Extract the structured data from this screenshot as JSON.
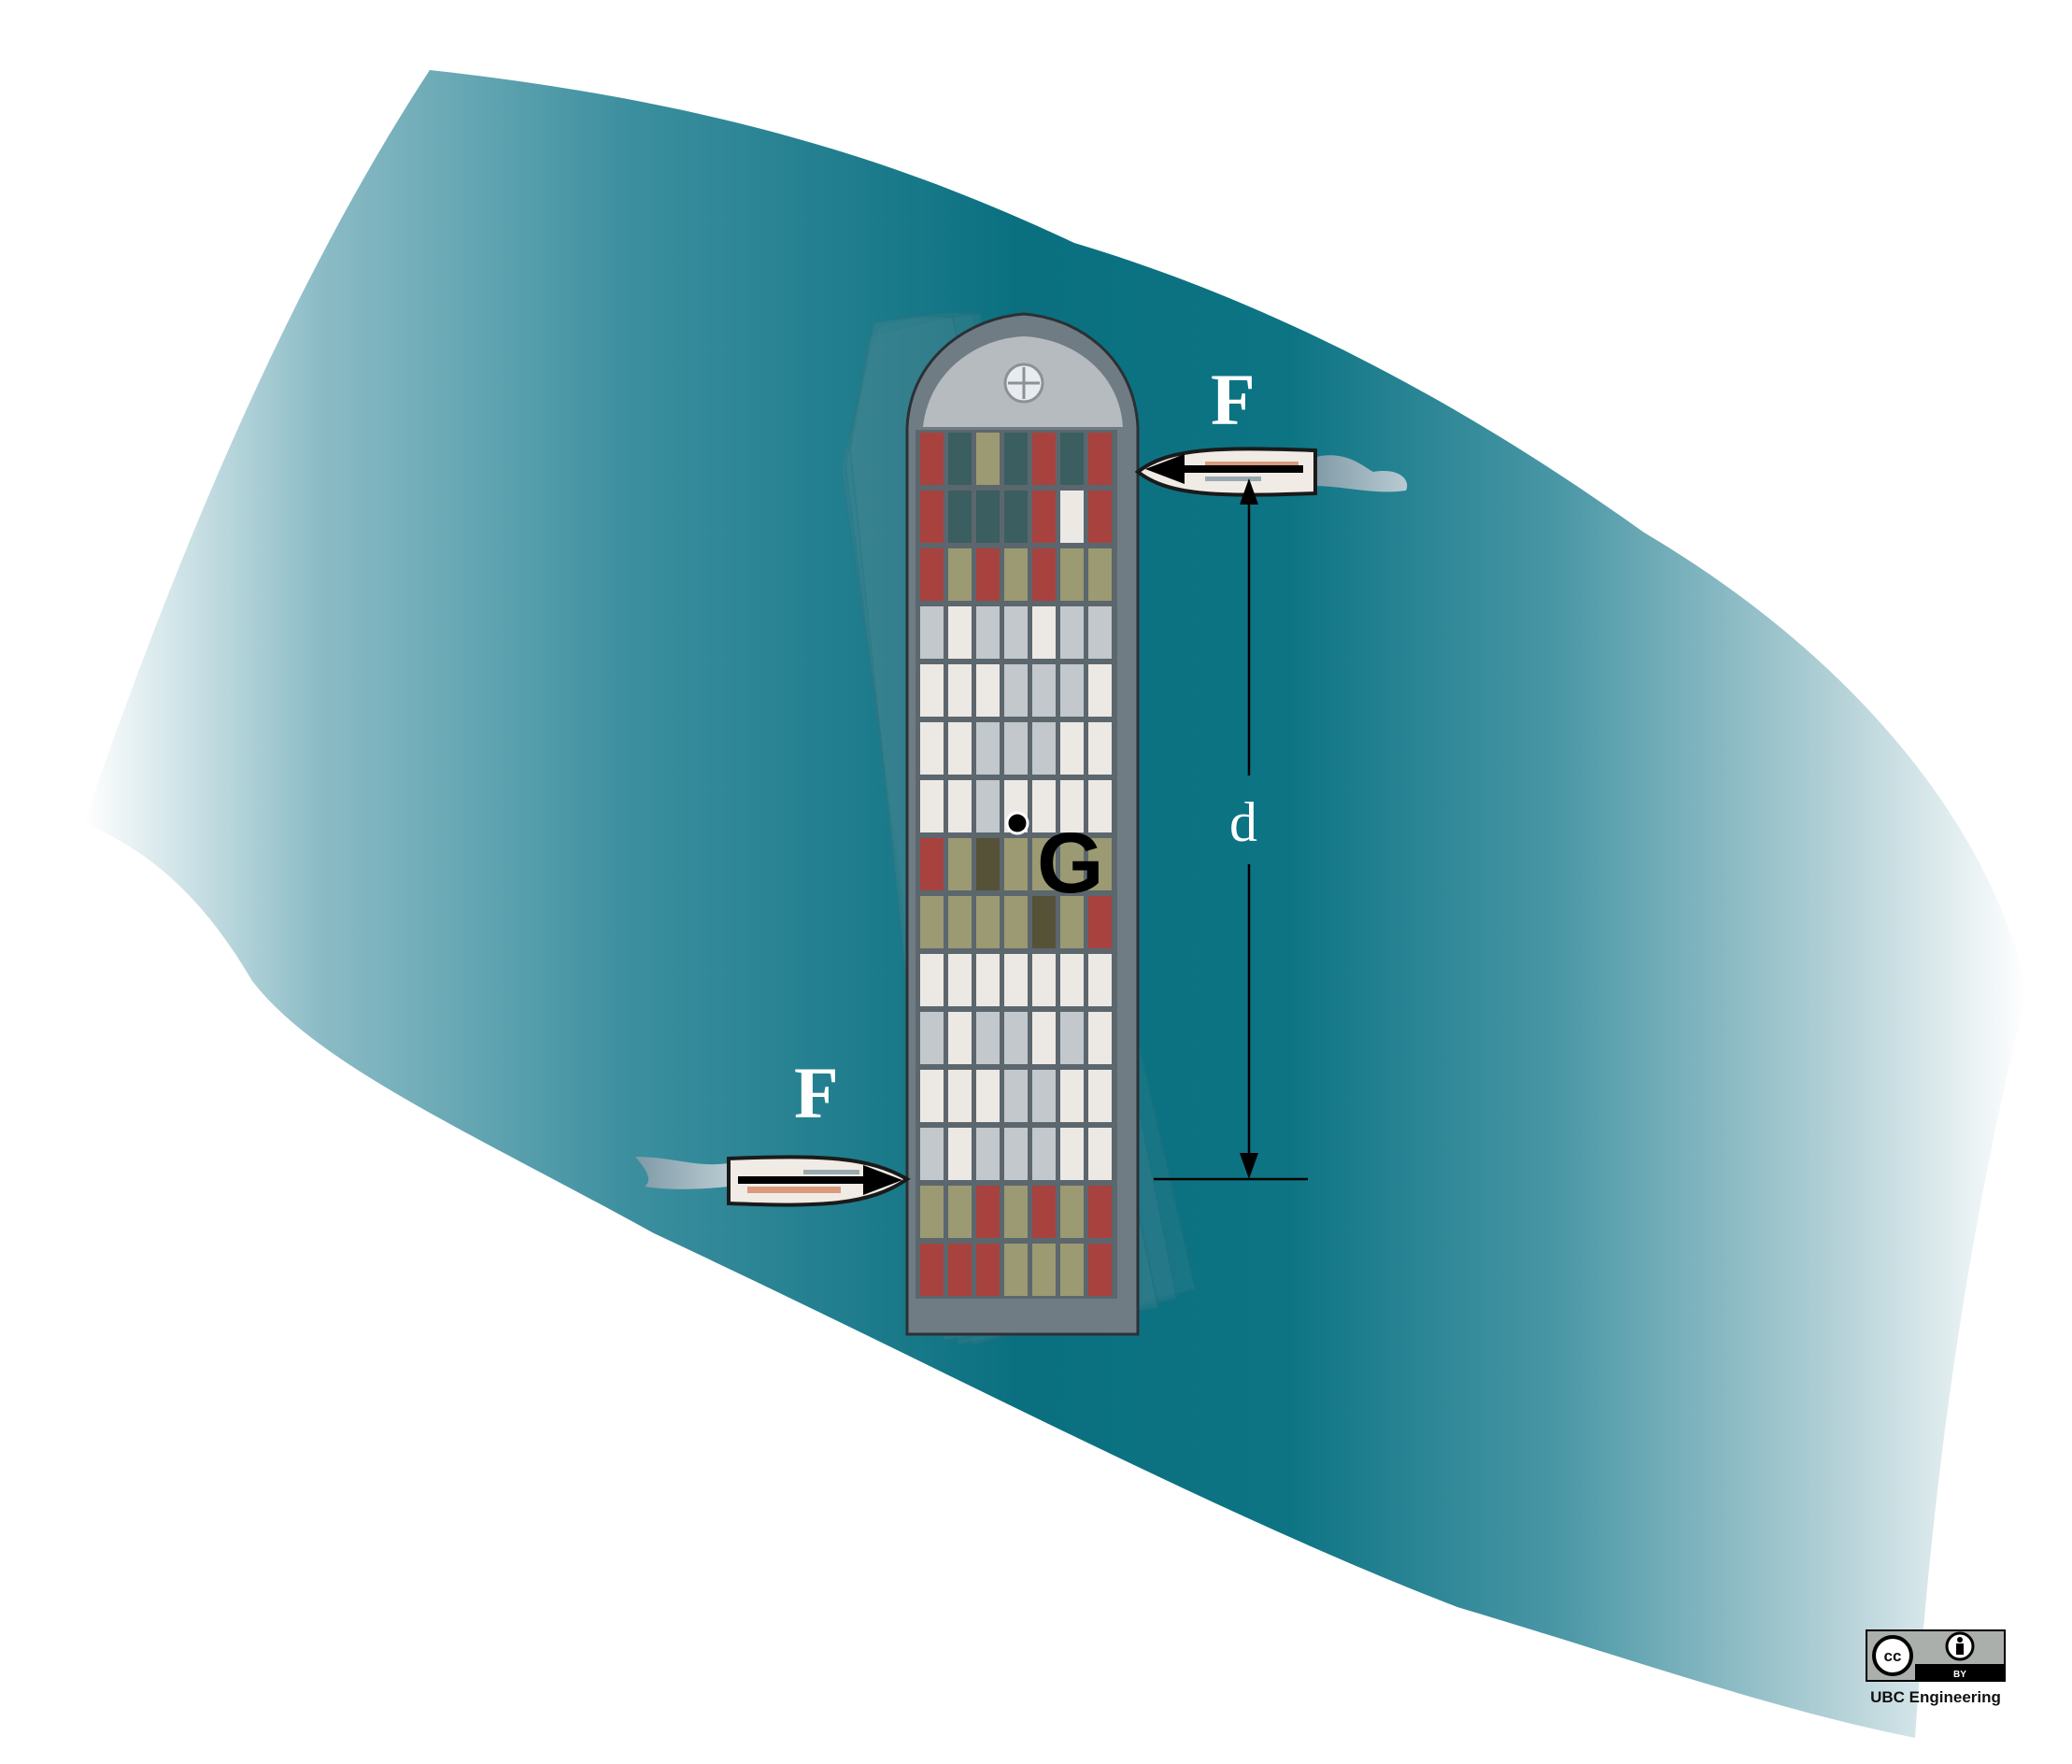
{
  "labels": {
    "force_top": "F",
    "force_bottom": "F",
    "distance": "d",
    "center_of_gravity": "G"
  },
  "license": {
    "badge": "cc",
    "badge_by": "BY",
    "credit": "UBC Engineering"
  },
  "colors": {
    "water_deep": "#0a7080",
    "water_fade": "#ffffff",
    "hull": "#707c84",
    "container_red": "#a8423e",
    "container_teal": "#3b5e60",
    "container_olive": "#9b9a72",
    "container_dark": "#555238",
    "container_light": "#ece8e4",
    "container_grey": "#c2c8cc"
  },
  "container_rows": [
    [
      "red",
      "teal",
      "olive",
      "teal",
      "red",
      "teal",
      "red"
    ],
    [
      "red",
      "teal",
      "teal",
      "teal",
      "red",
      "light",
      "red"
    ],
    [
      "red",
      "olive",
      "red",
      "olive",
      "red",
      "olive",
      "olive"
    ],
    [
      "grey",
      "light",
      "grey",
      "grey",
      "light",
      "grey",
      "grey"
    ],
    [
      "light",
      "light",
      "light",
      "grey",
      "grey",
      "grey",
      "light"
    ],
    [
      "light",
      "light",
      "grey",
      "grey",
      "grey",
      "light",
      "light"
    ],
    [
      "light",
      "light",
      "grey",
      "light",
      "light",
      "light",
      "light"
    ],
    [
      "red",
      "olive",
      "dark",
      "olive",
      "olive",
      "olive",
      "olive"
    ],
    [
      "olive",
      "olive",
      "olive",
      "olive",
      "dark",
      "olive",
      "red"
    ],
    [
      "light",
      "light",
      "light",
      "light",
      "light",
      "light",
      "light"
    ],
    [
      "grey",
      "light",
      "grey",
      "grey",
      "light",
      "grey",
      "light"
    ],
    [
      "light",
      "light",
      "light",
      "grey",
      "grey",
      "light",
      "light"
    ],
    [
      "grey",
      "light",
      "grey",
      "grey",
      "grey",
      "light",
      "light"
    ],
    [
      "olive",
      "olive",
      "red",
      "olive",
      "red",
      "olive",
      "red"
    ],
    [
      "red",
      "red",
      "red",
      "olive",
      "olive",
      "olive",
      "red"
    ]
  ]
}
